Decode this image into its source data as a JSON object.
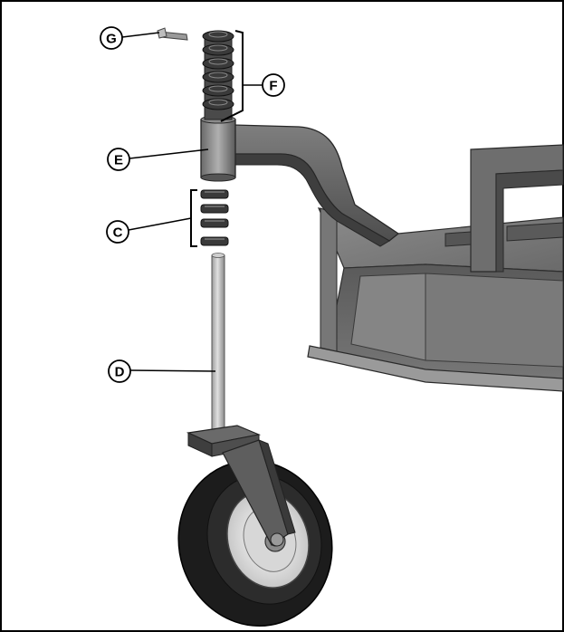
{
  "callouts": {
    "g": "G",
    "f": "F",
    "e": "E",
    "c": "C",
    "d": "D"
  },
  "colors": {
    "frame": "#000000",
    "deck_light": "#8a8a8a",
    "deck_mid": "#6c6c6c",
    "deck_dark": "#3a3a3a",
    "tire": "#1c1c1c",
    "rim": "#e6e6e6",
    "shaft": "#b5b5b5"
  }
}
